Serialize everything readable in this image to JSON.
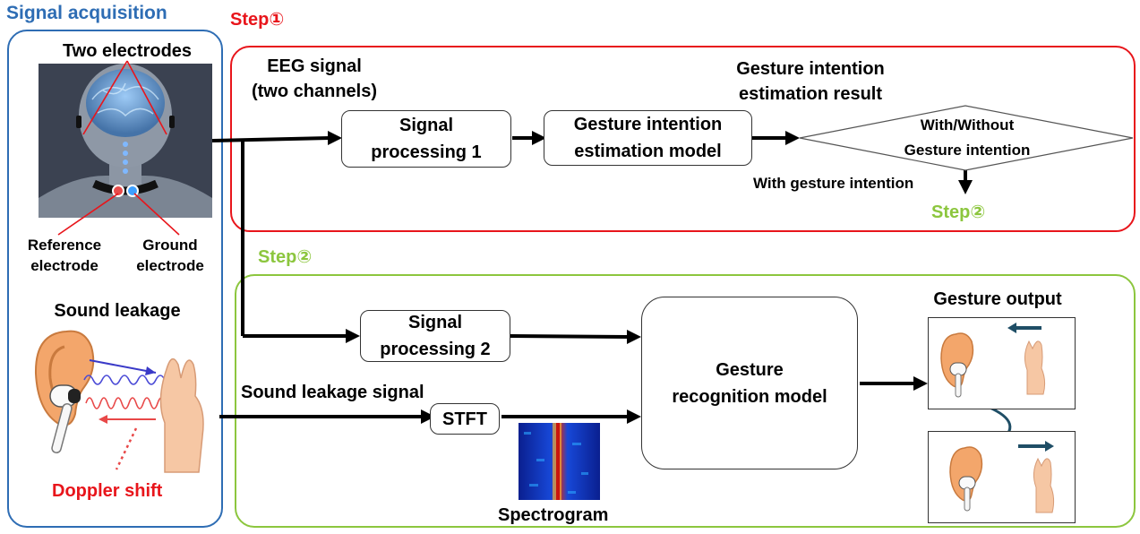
{
  "signal_acquisition": {
    "title": "Signal acquisition",
    "electrodes_label": "Two electrodes",
    "reference_label": "Reference\nelectrode",
    "ground_label": "Ground\nelectrode",
    "sound_leakage_label": "Sound leakage",
    "doppler_label": "Doppler shift"
  },
  "step1": {
    "tag": "Step①",
    "eeg_label": "EEG signal\n(two channels)",
    "signal_processing_1": "Signal\nprocessing 1",
    "estimation_model": "Gesture intention\nestimation model",
    "result_label": "Gesture intention\nestimation result",
    "decision": "With/Without\nGesture intention",
    "with_label": "With gesture intention",
    "goto_step2": "Step②"
  },
  "step2": {
    "tag": "Step②",
    "signal_processing_2": "Signal\nprocessing 2",
    "sound_signal_label": "Sound leakage signal",
    "stft": "STFT",
    "spectrogram_label": "Spectrogram",
    "recognition_model": "Gesture\nrecognition model",
    "gesture_output_label": "Gesture output"
  },
  "colors": {
    "blue_frame": "#2e6db4",
    "red_frame": "#e8151b",
    "green_frame": "#8cc63e",
    "arrow_teal": "#1f4e66"
  }
}
